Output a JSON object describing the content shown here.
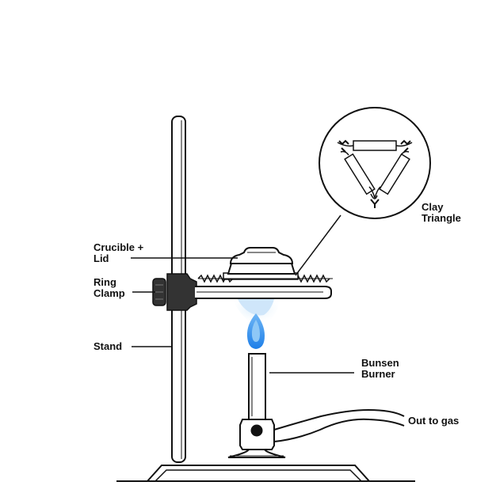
{
  "labels": {
    "crucible_lid": "Crucible +\nLid",
    "ring_clamp": "Ring\nClamp",
    "stand": "Stand",
    "clay_triangle": "Clay\nTriangle",
    "bunsen_burner": "Bunsen\nBurner",
    "out_to_gas": "Out to gas"
  },
  "colors": {
    "flame_outer": "#a9d4f5",
    "flame_inner": "#2f8ff0",
    "clamp_dark": "#333333",
    "line": "#111111"
  }
}
